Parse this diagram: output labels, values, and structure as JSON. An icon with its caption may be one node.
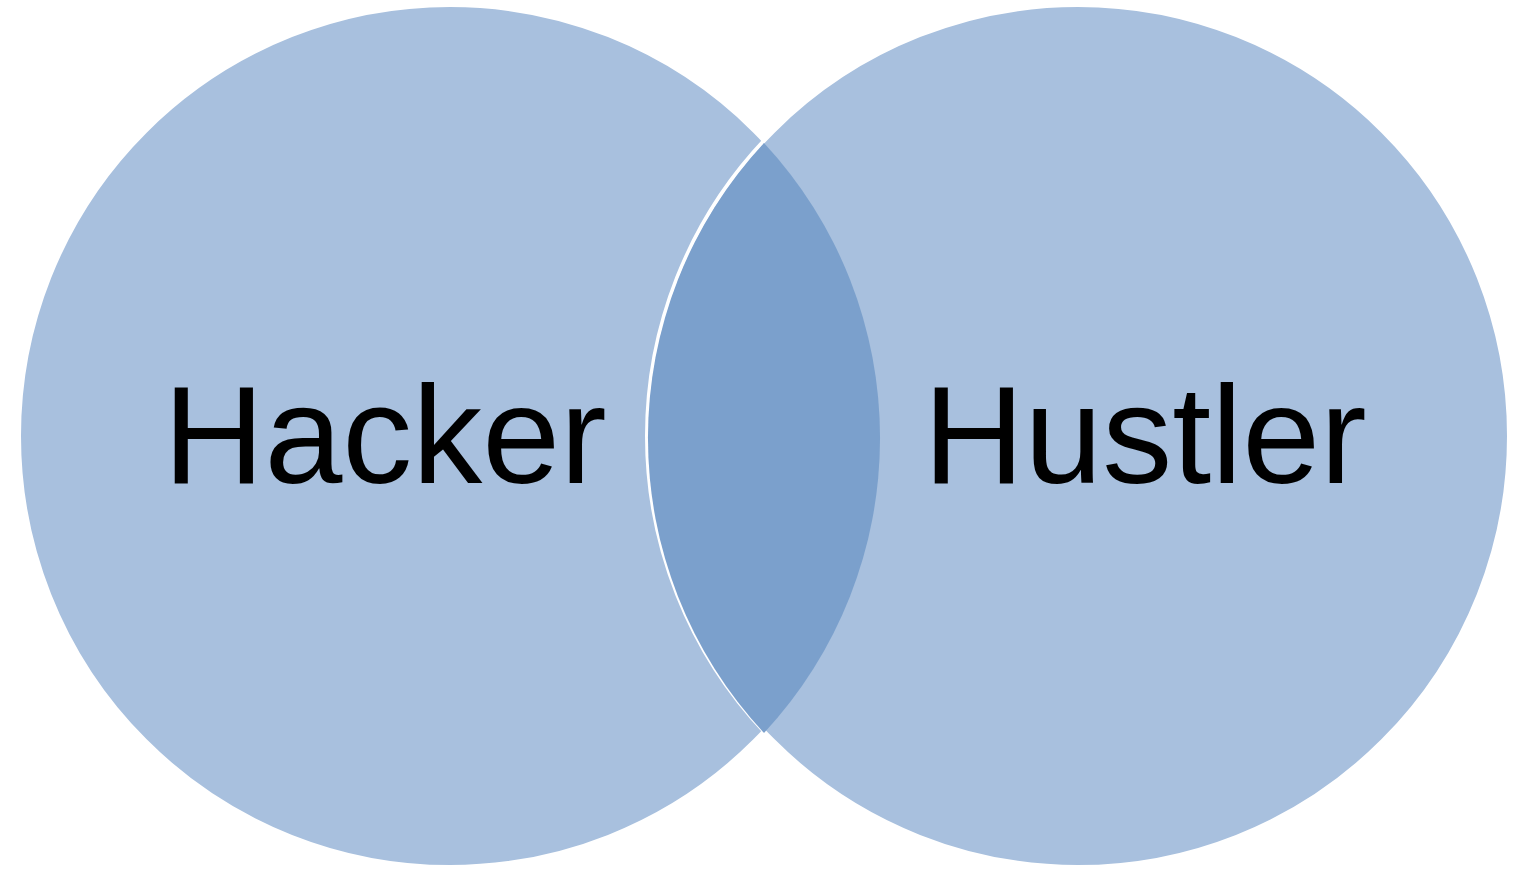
{
  "diagram": {
    "nodes": [
      {
        "text": [
          "Hacker"
        ]
      },
      {
        "text": [],
        "shape": "lens"
      },
      {
        "text": [
          "Hustler"
        ]
      }
    ],
    "edges": []
  }
}
